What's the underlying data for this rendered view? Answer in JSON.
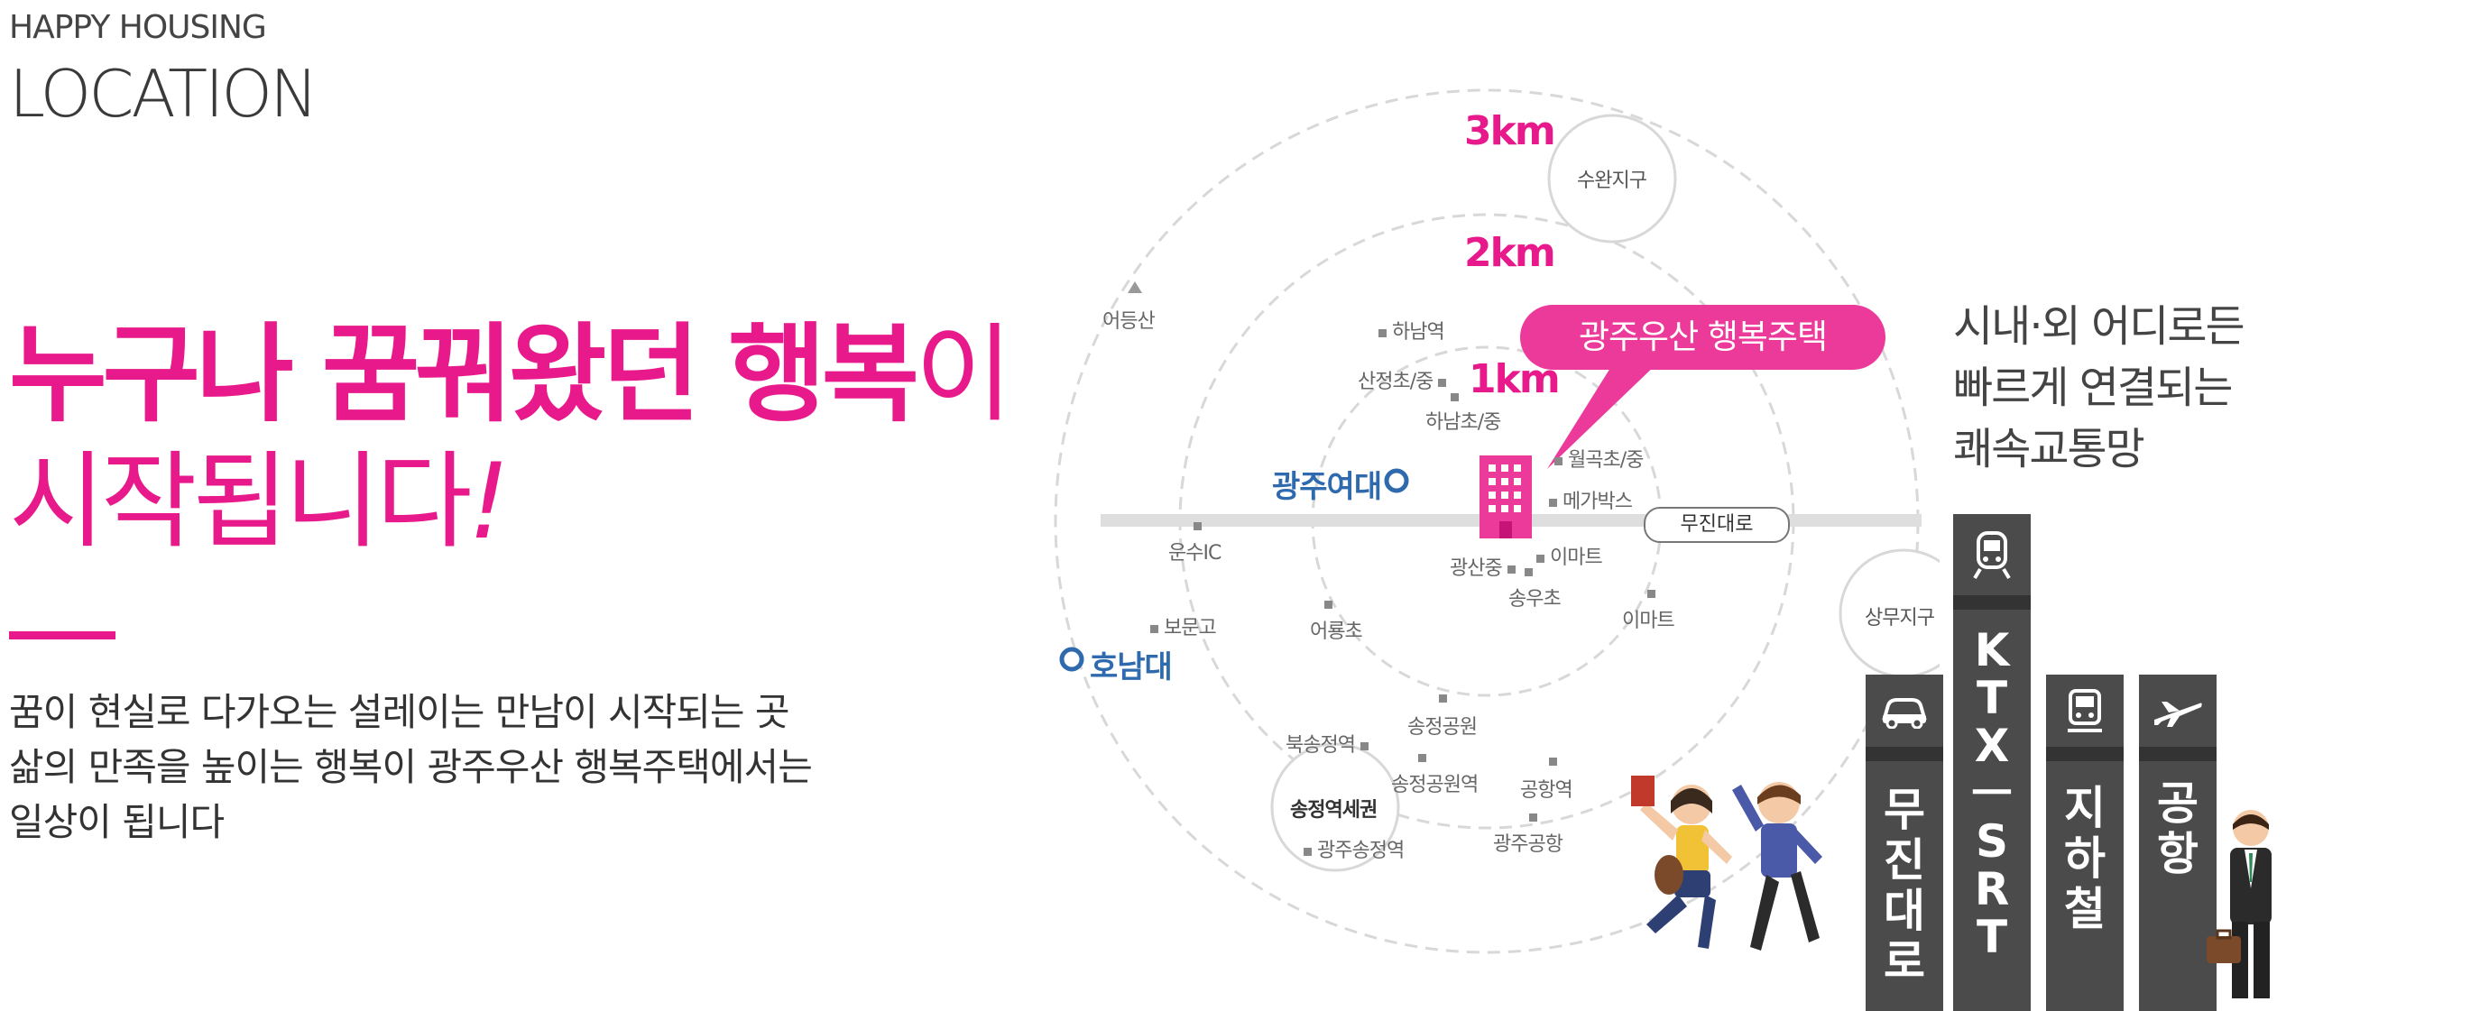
{
  "header": {
    "eyebrow": "HAPPY HOUSING",
    "title": "LOCATION"
  },
  "headline": {
    "line1_bold_a": "누구나 꿈꿔왔던 ",
    "line1_bold_b": "행복",
    "line1_light": "이",
    "line2": "시작됩니다",
    "line2_bang": "!"
  },
  "body": {
    "lines": [
      "꿈이 현실로 다가오는 설레이는 만남이 시작되는 곳",
      "삶의 만족을 높이는 행복이 광주우산 행복주택에서는",
      "일상이 됩니다"
    ]
  },
  "map": {
    "rings": {
      "r1": "1km",
      "r2": "2km",
      "r3": "3km"
    },
    "callout": "광주우산 행복주택",
    "road": "무진대로",
    "districts": {
      "suwan": "수완지구",
      "sangmu": "상무지구",
      "songjeong": "송정역세권"
    },
    "big_places": {
      "gwangju_womens": "광주여대",
      "honam": "호남대"
    },
    "labels": {
      "eodeungsan": "어등산",
      "hanam_station": "하남역",
      "sanjeong": "산정초/중",
      "hanam_school": "하남초/중",
      "wolgok": "월곡초/중",
      "megabox": "메가박스",
      "unsu_ic": "운수IC",
      "gwangsan_mid": "광산중",
      "emart1": "이마트",
      "songu": "송우초",
      "emart2": "이마트",
      "bomungo": "보문고",
      "eoryong": "어룡초",
      "buksongjeong": "북송정역",
      "songjeong_park": "송정공원",
      "songjeong_park_station": "송정공원역",
      "airport_station": "공항역",
      "gwangju_songjeong": "광주송정역",
      "gwangju_airport": "광주공항"
    }
  },
  "transit": {
    "copy": [
      "시내·외 어디로든",
      "빠르게 연결되는",
      "쾌속교통망"
    ],
    "columns": [
      {
        "label": [
          "무",
          "진",
          "대",
          "로"
        ],
        "icon": "car-icon"
      },
      {
        "label": [
          "K",
          "T",
          "X",
          "ㅡ",
          "S",
          "R",
          "T"
        ],
        "icon": "train-icon"
      },
      {
        "label": [
          "지",
          "하",
          "철"
        ],
        "icon": "subway-icon"
      },
      {
        "label": [
          "공",
          "항"
        ],
        "icon": "airplane-icon"
      }
    ]
  },
  "colors": {
    "accent": "#e8198b",
    "blue": "#2e6aad",
    "column": "#4b4b4b"
  }
}
